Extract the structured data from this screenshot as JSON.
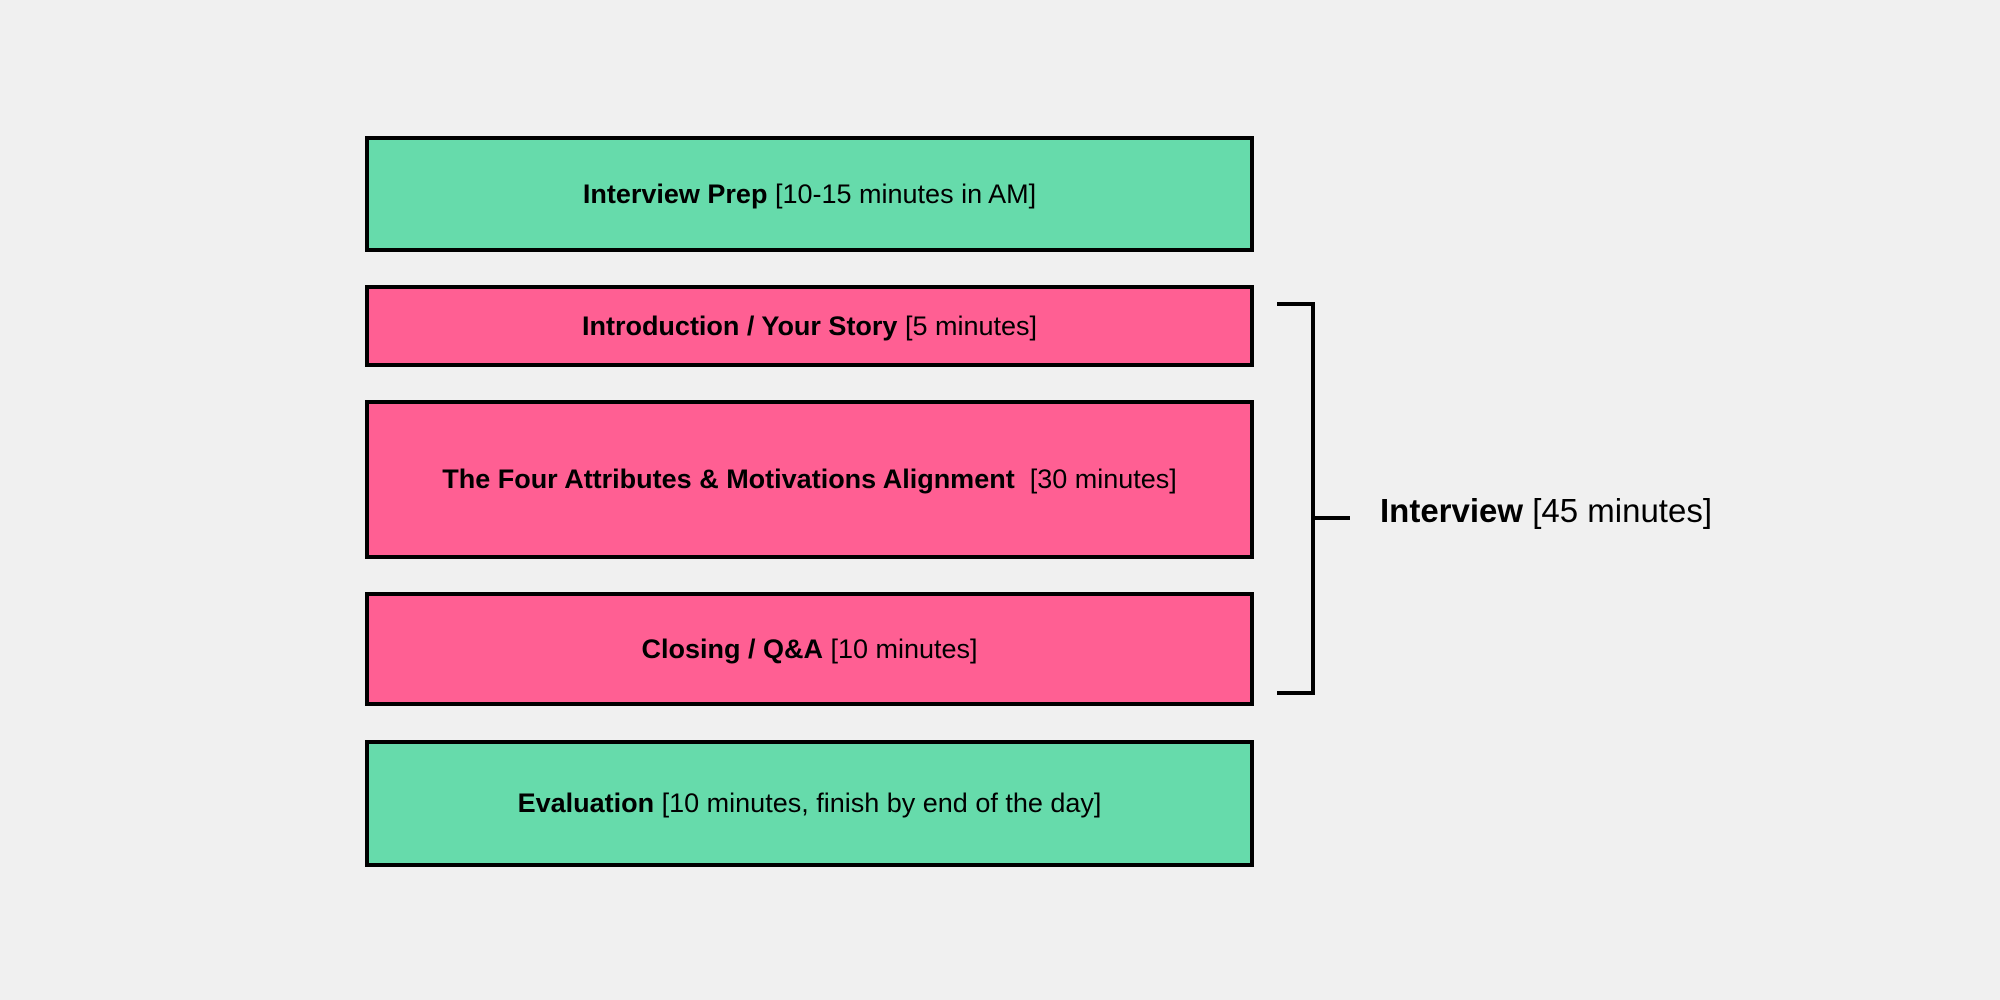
{
  "colors": {
    "background": "#f0f0f0",
    "prep_eval": "#66dbab",
    "interview_steps": "#ff5f93",
    "border": "#000000"
  },
  "blocks": [
    {
      "title": "Interview Prep",
      "time": "[10-15 minutes in AM]"
    },
    {
      "title": "Introduction / Your Story",
      "time": "[5 minutes]"
    },
    {
      "title": "The Four Attributes & Motivations Alignment",
      "time": "[30 minutes]"
    },
    {
      "title": "Closing / Q&A",
      "time": "[10 minutes]"
    },
    {
      "title": "Evaluation",
      "time": "[10 minutes, finish by end of the day]"
    }
  ],
  "bracket": {
    "title": "Interview",
    "time": "[45 minutes]"
  }
}
